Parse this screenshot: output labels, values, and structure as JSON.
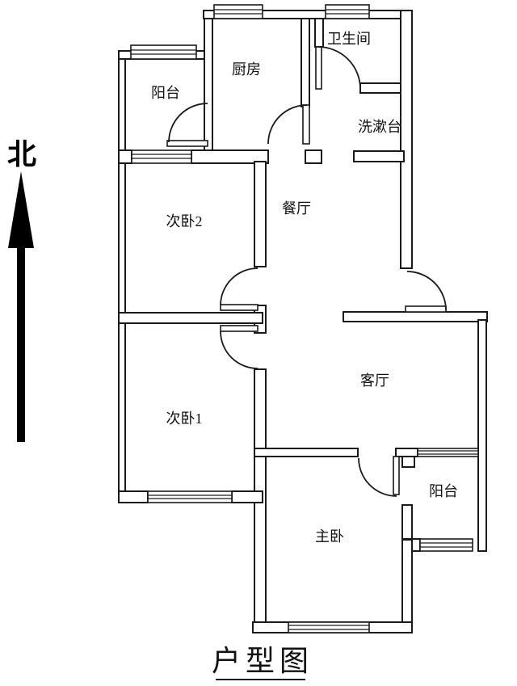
{
  "diagram": {
    "title": "户型图",
    "compass_label": "北"
  },
  "rooms": {
    "balcony_north": "阳台",
    "kitchen": "厨房",
    "bathroom": "卫生间",
    "washstand": "洗漱台",
    "bedroom2": "次卧2",
    "dining": "餐厅",
    "bedroom1": "次卧1",
    "living": "客厅",
    "master": "主卧",
    "balcony_south": "阳台"
  },
  "colors": {
    "line": "#1a1a1a",
    "background": "#ffffff"
  }
}
